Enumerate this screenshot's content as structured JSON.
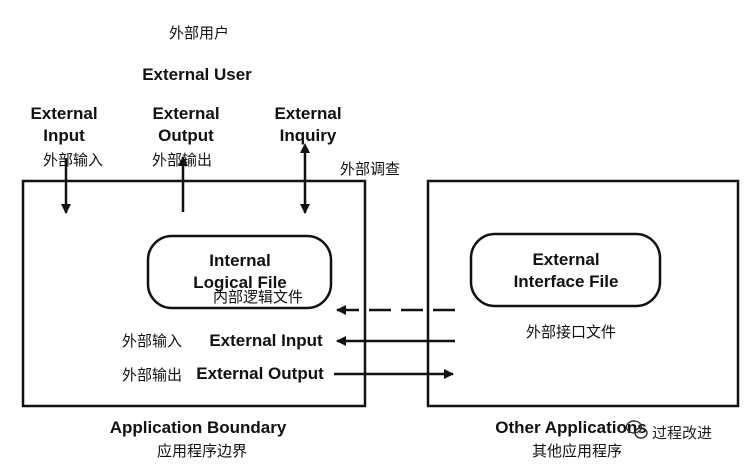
{
  "top": {
    "user_cn": "外部用户",
    "user_en": "External User"
  },
  "flows": {
    "input_en": [
      "External",
      "Input"
    ],
    "input_cn": "外部输入",
    "output_en": [
      "External",
      "Output"
    ],
    "output_cn": "外部输出",
    "inquiry_en": [
      "External",
      "Inquiry"
    ],
    "inquiry_cn": "外部调查"
  },
  "app": {
    "ilf_en": [
      "Internal",
      "Logical File"
    ],
    "ilf_cn": "内部逻辑文件",
    "ext_input_cn": "外部输入",
    "ext_input_en": "External Input",
    "ext_output_cn": "外部输出",
    "ext_output_en": "External Output",
    "boundary_en": "Application Boundary",
    "boundary_cn": "应用程序边界"
  },
  "other": {
    "eif_en": [
      "External",
      "Interface File"
    ],
    "eif_cn": "外部接口文件",
    "label_en": "Other Applications",
    "label_cn": "其他应用程序"
  },
  "watermark": {
    "text": "过程改进"
  }
}
